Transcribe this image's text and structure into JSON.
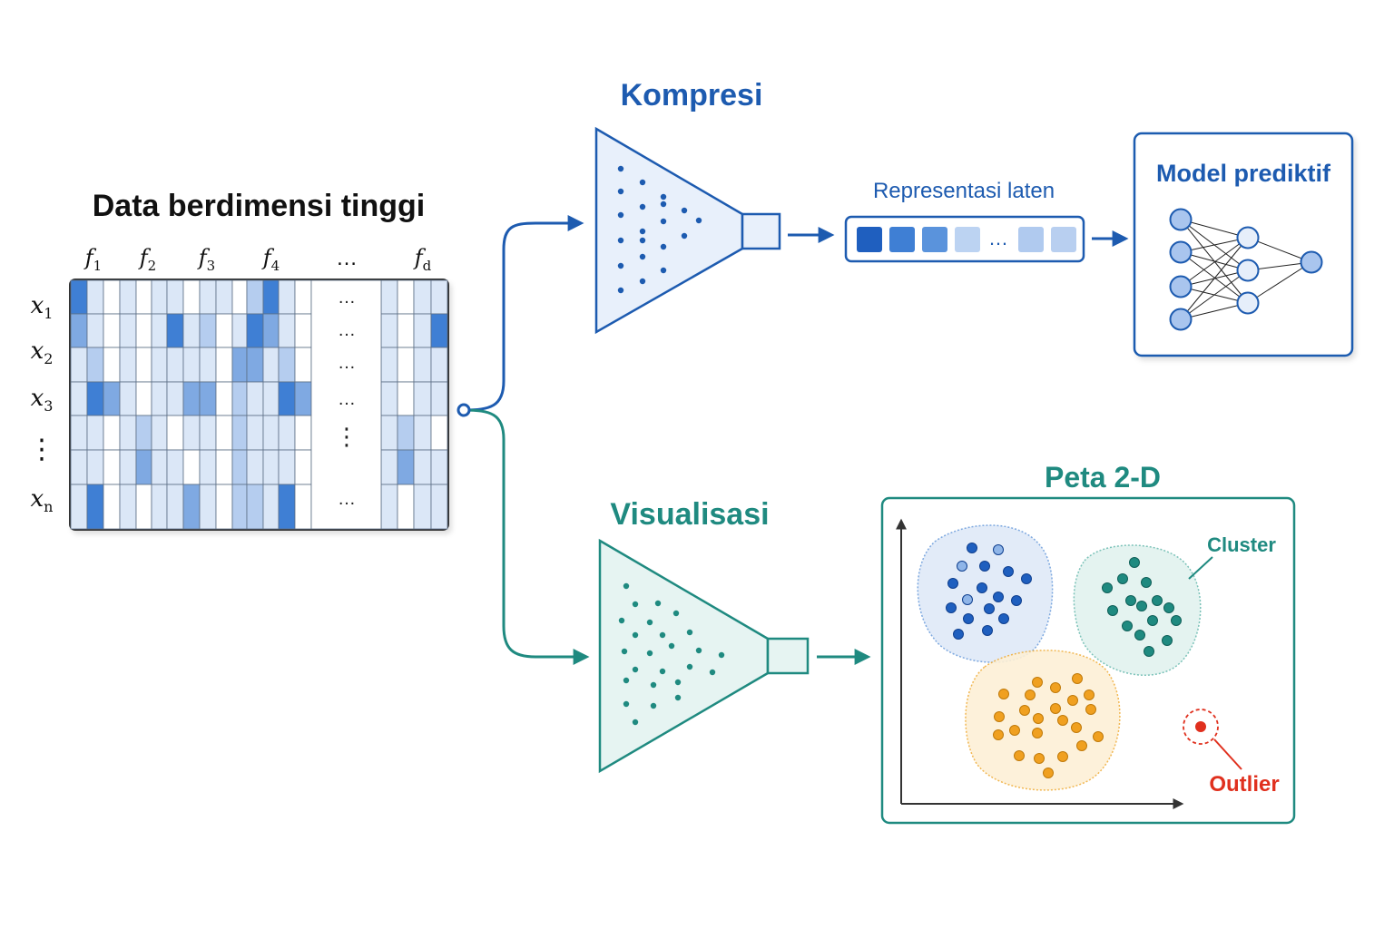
{
  "data_matrix": {
    "title": "Data berdimensi tinggi",
    "feature_labels": [
      {
        "base": "f",
        "sub": "1"
      },
      {
        "base": "f",
        "sub": "2"
      },
      {
        "base": "f",
        "sub": "3"
      },
      {
        "base": "f",
        "sub": "4"
      },
      {
        "base": "…",
        "sub": ""
      },
      {
        "base": "f",
        "sub": "d"
      }
    ],
    "row_labels": [
      {
        "base": "x",
        "sub": "1"
      },
      {
        "base": "x",
        "sub": "2"
      },
      {
        "base": "x",
        "sub": "3"
      },
      {
        "base": "⋮",
        "sub": ""
      },
      {
        "base": "x",
        "sub": "n"
      }
    ],
    "ellipsis_h": "…",
    "ellipsis_v": "⋮",
    "cell_levels": [
      [
        4,
        1,
        0,
        1,
        0,
        1,
        1,
        0,
        1,
        1,
        0,
        2
      ],
      [
        3,
        1,
        0,
        1,
        0,
        1,
        4,
        1,
        2,
        0,
        1,
        4
      ],
      [
        1,
        2,
        0,
        1,
        0,
        1,
        1,
        1,
        1,
        0,
        3,
        3
      ],
      [
        1,
        4,
        3,
        1,
        0,
        1,
        1,
        3,
        3,
        0,
        2,
        1
      ],
      [
        1,
        1,
        0,
        1,
        2,
        1,
        0,
        1,
        1,
        0,
        2,
        1
      ],
      [
        1,
        1,
        0,
        1,
        3,
        1,
        1,
        0,
        1,
        0,
        2,
        1
      ],
      [
        1,
        4,
        0,
        1,
        0,
        1,
        1,
        3,
        1,
        0,
        2,
        2
      ]
    ]
  },
  "branch_compress": {
    "title": "Kompresi",
    "latent_label": "Representasi laten",
    "latent_ellipsis": "…",
    "latent_cells": [
      {
        "color": "#1f5fbf"
      },
      {
        "color": "#3f7fd4"
      },
      {
        "color": "#5a93dc"
      },
      {
        "color": "#bcd3f2"
      },
      {
        "color": "#b0caef"
      },
      {
        "color": "#b8cff0"
      }
    ],
    "model_title": "Model prediktif"
  },
  "branch_visualize": {
    "title": "Visualisasi",
    "map_title": "Peta 2-D",
    "cluster_label": "Cluster",
    "outlier_label": "Outlier"
  },
  "colors": {
    "blue": "#1d5bb0",
    "blue_light": "#e8f0fb",
    "teal": "#1f8a80",
    "teal_light": "#e6f4f2",
    "orange": "#f0a020",
    "red": "#e0301e",
    "dark_text": "#111111"
  }
}
